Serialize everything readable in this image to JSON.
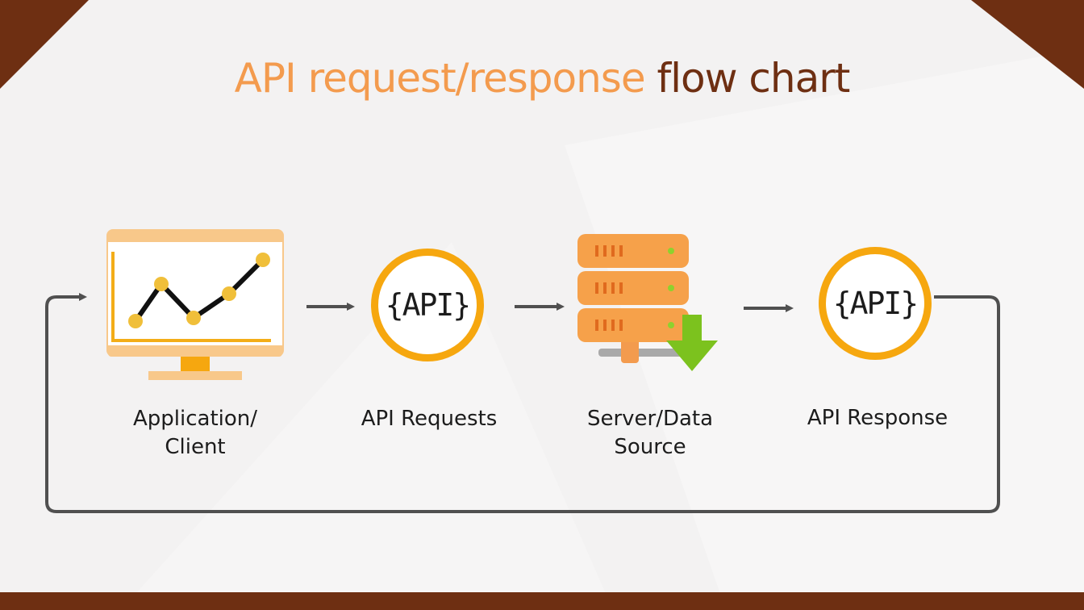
{
  "title": {
    "part1": "API request/response",
    "part2": "flow chart"
  },
  "nodes": [
    {
      "label": "Application/\nClient",
      "icon": "monitor-chart-icon"
    },
    {
      "label": "API Requests",
      "icon": "api-badge-icon",
      "badge": "{API}"
    },
    {
      "label": "Server/Data\nSource",
      "icon": "server-download-icon"
    },
    {
      "label": "API Response",
      "icon": "api-badge-icon",
      "badge": "{API}"
    }
  ],
  "colors": {
    "accent_orange": "#f39b4e",
    "brown": "#6e2f12",
    "circle_border": "#f6a70f",
    "arrow": "#505050",
    "download_green": "#7cc21e"
  }
}
